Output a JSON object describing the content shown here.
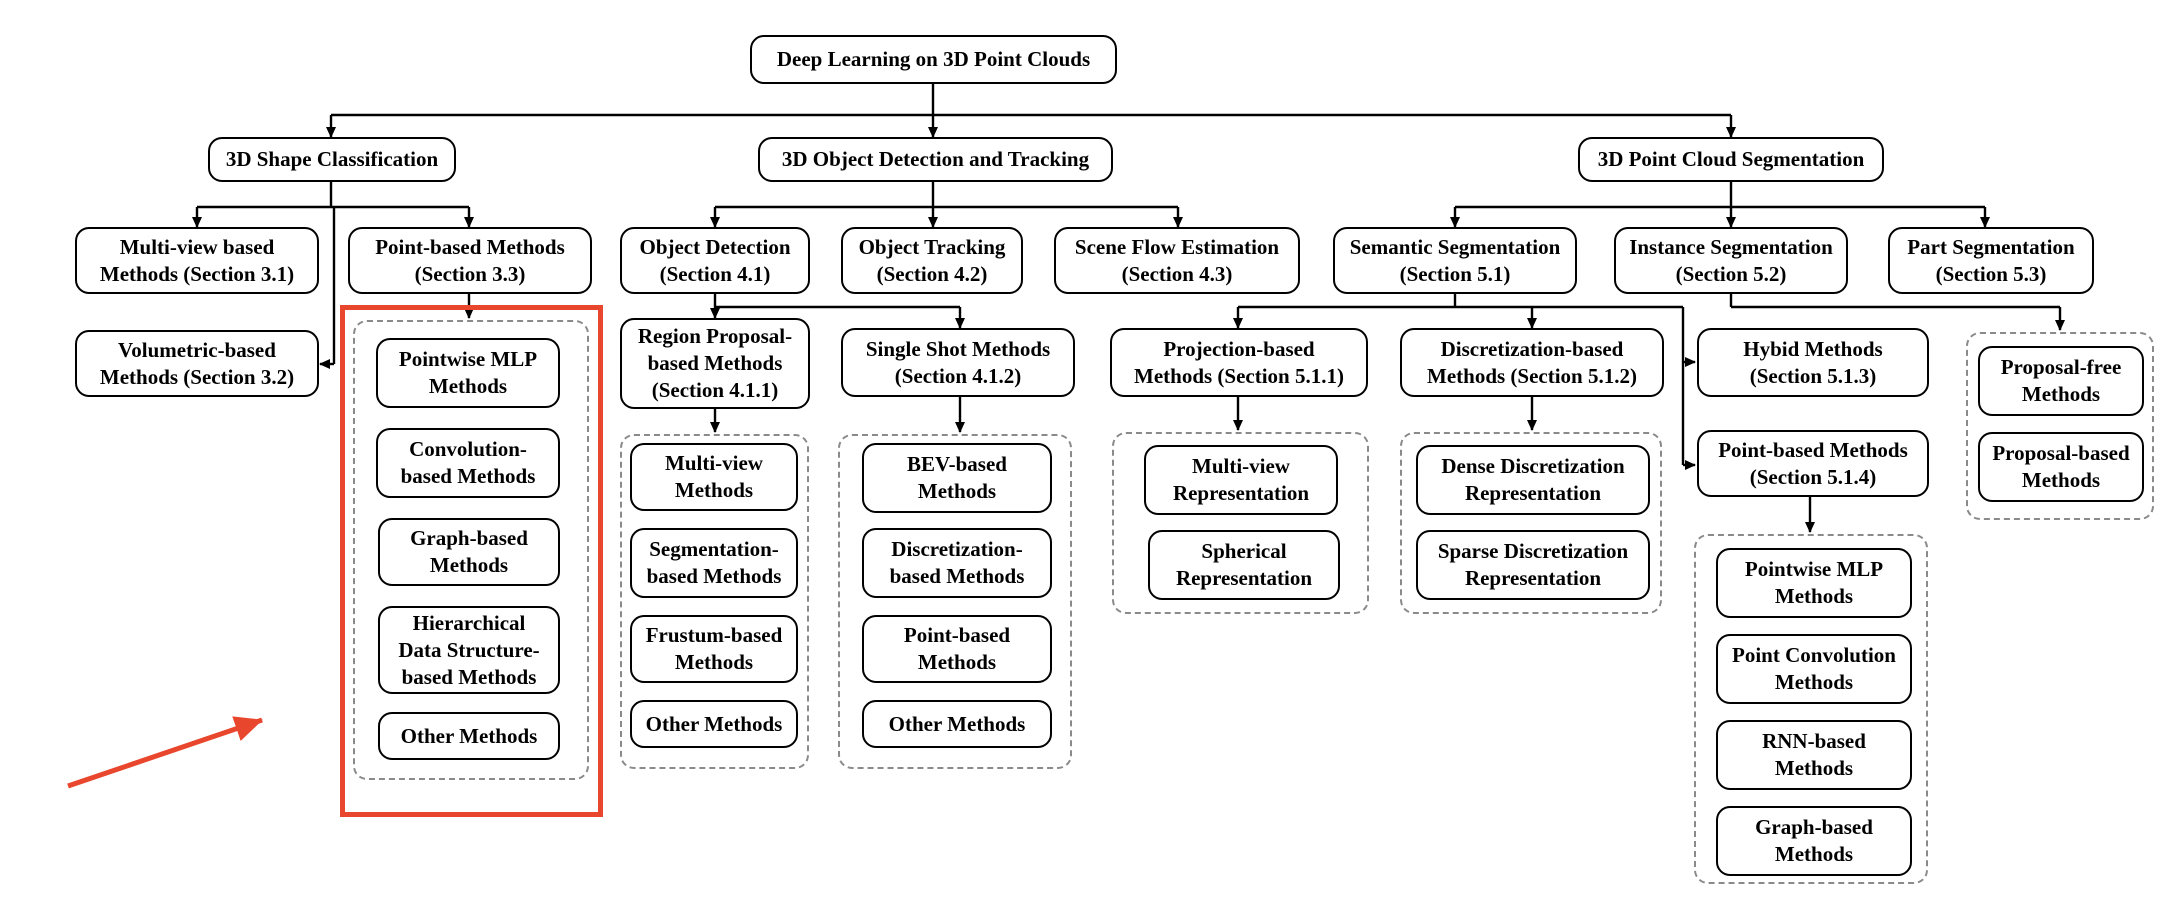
{
  "colors": {
    "highlight": "#e8472d",
    "box_border": "#000000",
    "group_border": "#8a8a8a"
  },
  "root": "Deep Learning on 3D Point Clouds",
  "level1": {
    "classification": "3D Shape Classification",
    "detection": "3D Object Detection and Tracking",
    "segmentation": "3D Point Cloud Segmentation"
  },
  "classification": {
    "multiview": "Multi-view based\nMethods (Section 3.1)",
    "volumetric": "Volumetric-based\nMethods (Section 3.2)",
    "point_based": "Point-based Methods\n(Section 3.3)",
    "point_based_items": [
      "Pointwise MLP\nMethods",
      "Convolution-\nbased Methods",
      "Graph-based\nMethods",
      "Hierarchical\nData Structure-\nbased Methods",
      "Other Methods"
    ]
  },
  "detection": {
    "object_detection": "Object Detection\n(Section 4.1)",
    "object_tracking": "Object Tracking\n(Section 4.2)",
    "scene_flow": "Scene Flow Estimation\n(Section 4.3)",
    "region_proposal": "Region Proposal-\nbased Methods\n(Section 4.1.1)",
    "single_shot": "Single Shot Methods\n(Section 4.1.2)",
    "region_proposal_items": [
      "Multi-view\nMethods",
      "Segmentation-\nbased Methods",
      "Frustum-based\nMethods",
      "Other Methods"
    ],
    "single_shot_items": [
      "BEV-based\nMethods",
      "Discretization-\nbased Methods",
      "Point-based\nMethods",
      "Other Methods"
    ]
  },
  "segmentation": {
    "semantic": "Semantic Segmentation\n(Section 5.1)",
    "instance": "Instance Segmentation\n(Section 5.2)",
    "part": "Part Segmentation\n(Section 5.3)",
    "projection": "Projection-based\nMethods (Section 5.1.1)",
    "discretization": "Discretization-based\nMethods (Section 5.1.2)",
    "hybrid": "Hybid Methods\n(Section 5.1.3)",
    "point_based": "Point-based Methods\n(Section 5.1.4)",
    "projection_items": [
      "Multi-view\nRepresentation",
      "Spherical\nRepresentation"
    ],
    "discretization_items": [
      "Dense Discretization\nRepresentation",
      "Sparse Discretization\nRepresentation"
    ],
    "point_based_items": [
      "Pointwise MLP\nMethods",
      "Point Convolution\nMethods",
      "RNN-based\nMethods",
      "Graph-based\nMethods"
    ],
    "instance_items": [
      "Proposal-free\nMethods",
      "Proposal-based\nMethods"
    ]
  }
}
